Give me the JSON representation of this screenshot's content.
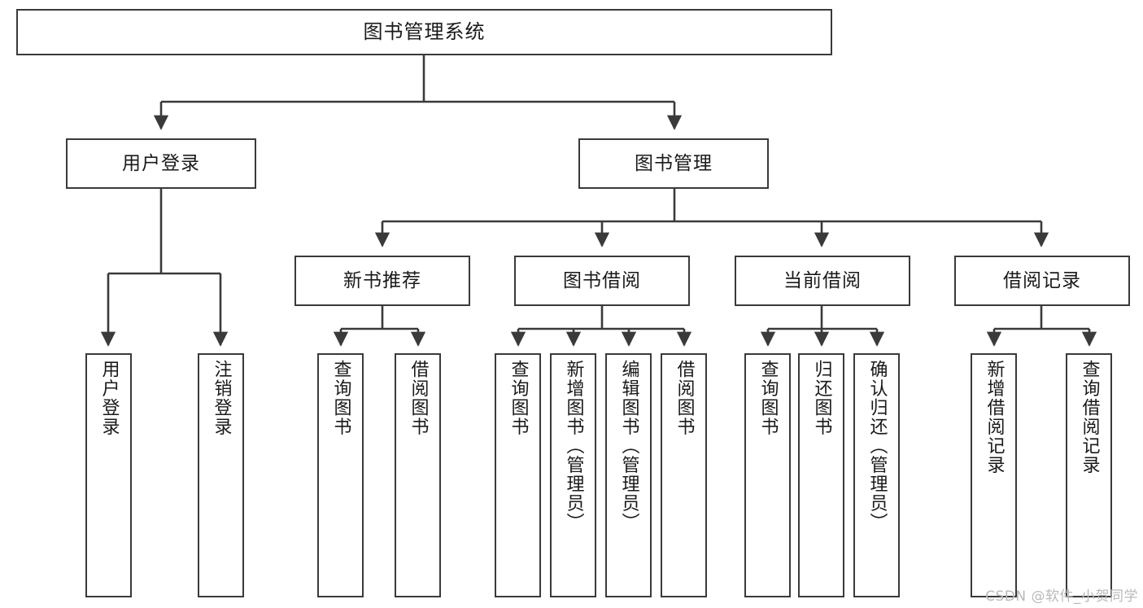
{
  "diagram": {
    "title": "图书管理系统",
    "type": "hierarchy-tree",
    "levels": 4,
    "line_color": "#3a3a3a",
    "box_fill": "#ffffff",
    "text_color": "#1a1a1a"
  },
  "nodes": {
    "root": {
      "label": "图书管理系统"
    },
    "level2": [
      {
        "label": "用户登录"
      },
      {
        "label": "图书管理"
      }
    ],
    "level3": [
      {
        "label": "新书推荐"
      },
      {
        "label": "图书借阅"
      },
      {
        "label": "当前借阅"
      },
      {
        "label": "借阅记录"
      }
    ],
    "login_leaves": [
      {
        "label": "用户登录"
      },
      {
        "label": "注销登录"
      }
    ],
    "recommend_leaves": [
      {
        "label": "查询图书"
      },
      {
        "label": "借阅图书"
      }
    ],
    "borrow_leaves": [
      {
        "label": "查询图书"
      },
      {
        "label": "新增图书（管理员）"
      },
      {
        "label": "编辑图书（管理员）"
      },
      {
        "label": "借阅图书"
      }
    ],
    "current_leaves": [
      {
        "label": "查询图书"
      },
      {
        "label": "归还图书"
      },
      {
        "label": "确认归还（管理员）"
      }
    ],
    "record_leaves": [
      {
        "label": "新增借阅记录"
      },
      {
        "label": "查询借阅记录"
      }
    ]
  },
  "watermark": {
    "text": "CSDN @软件_小贺同学"
  }
}
